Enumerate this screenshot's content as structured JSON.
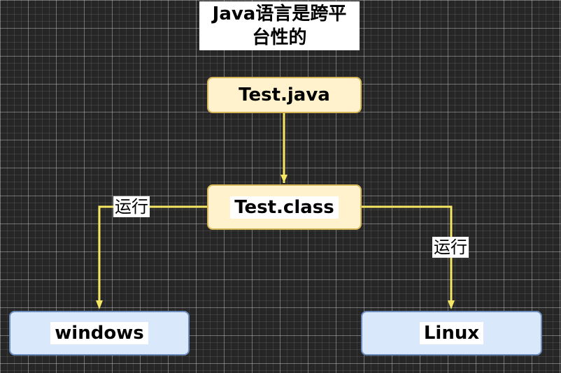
{
  "title": {
    "line1": "Java语言是跨平",
    "line2": "台性的"
  },
  "nodes": {
    "source": "Test.java",
    "bytecode": "Test.class",
    "windows": "windows",
    "linux": "Linux"
  },
  "edge_labels": {
    "left": "运行",
    "right": "运行"
  },
  "colors": {
    "edge": "#f5e663",
    "file_fill": "#fff2cc",
    "file_border": "#d6b656",
    "os_fill": "#dae8fc",
    "os_border": "#6c8ebf"
  }
}
